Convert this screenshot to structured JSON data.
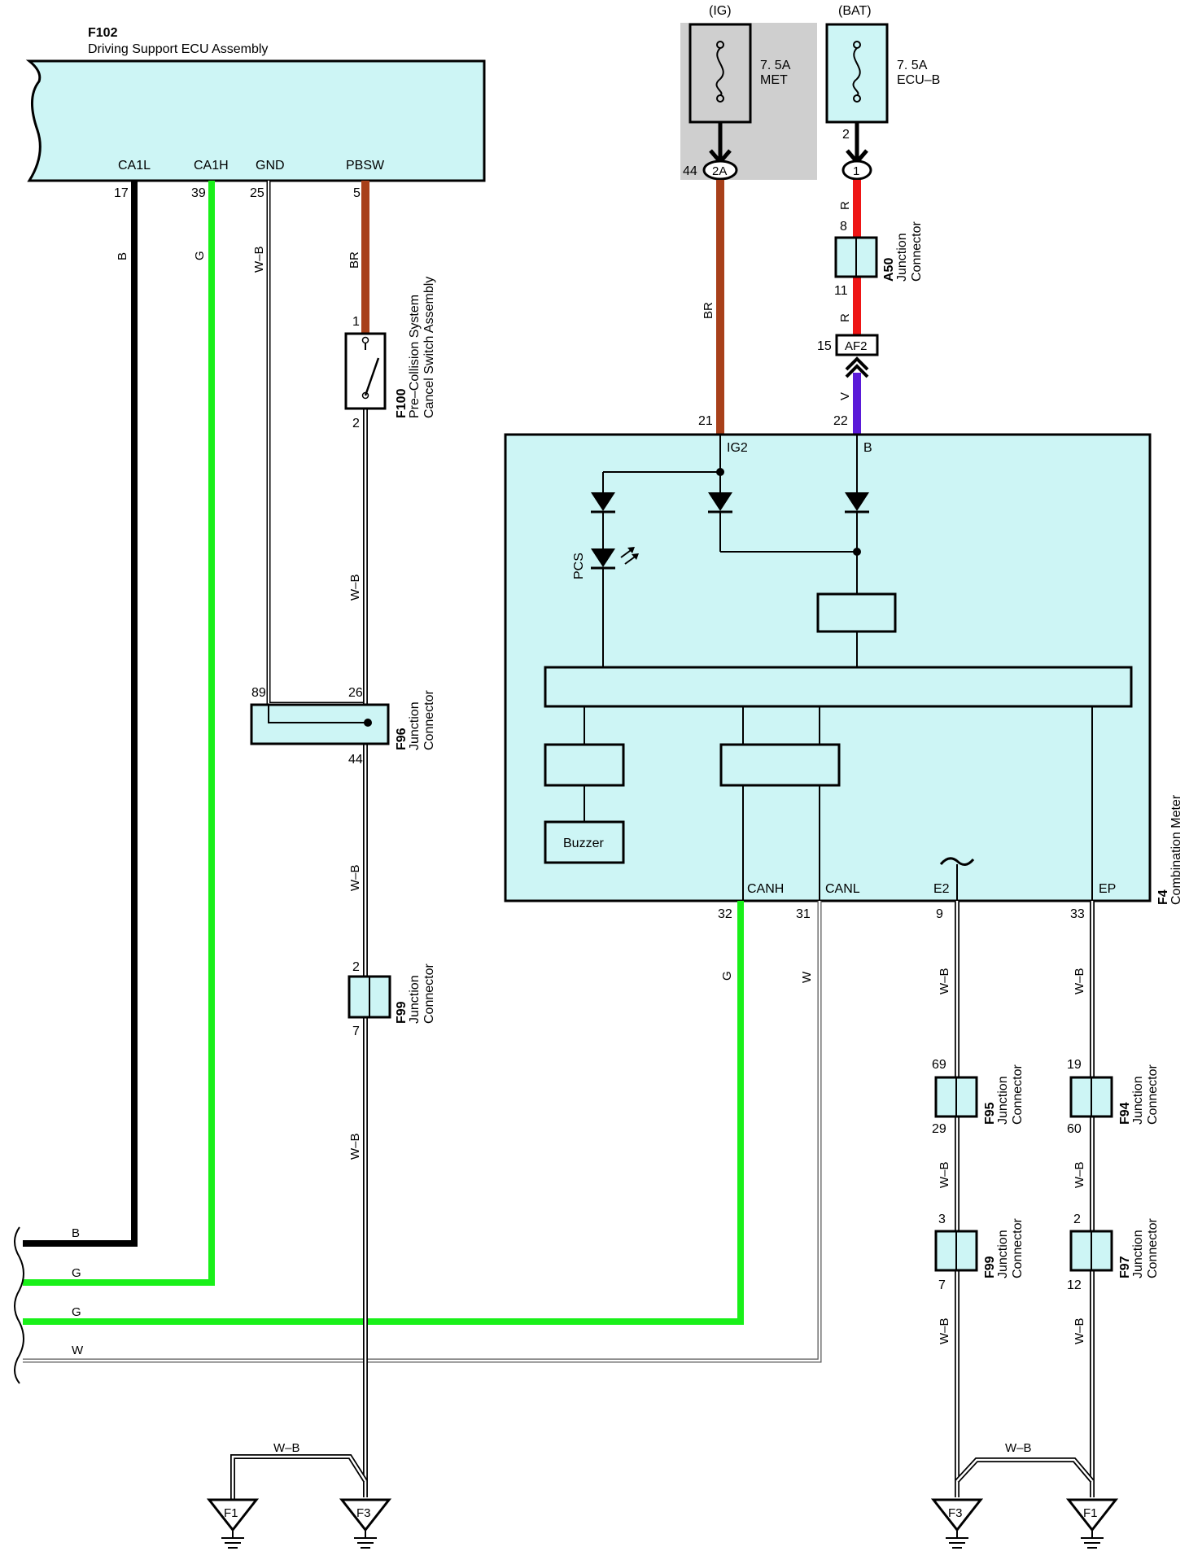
{
  "ecu": {
    "code": "F102",
    "name": "Driving Support ECU Assembly"
  },
  "ecu_pins": [
    {
      "name": "CA1L",
      "num": "17"
    },
    {
      "name": "CA1H",
      "num": "39"
    },
    {
      "name": "GND",
      "num": "25"
    },
    {
      "name": "PBSW",
      "num": "5"
    }
  ],
  "fuses": [
    {
      "supply": "(IG)",
      "rating": "7. 5A",
      "name": "MET",
      "pin": "44",
      "connector": "2A"
    },
    {
      "supply": "(BAT)",
      "rating": "7. 5A",
      "name": "ECU–B",
      "pin": "2",
      "connector": "1"
    }
  ],
  "switch": {
    "code": "F100",
    "line1": "Pre–Collision System",
    "line2": "Cancel Switch Assembly",
    "pin_top": "1",
    "pin_bottom": "2"
  },
  "junctions": [
    {
      "id": "A50",
      "code": "A50",
      "line1": "Junction",
      "line2": "Connector",
      "pin_a": "8",
      "pin_b": "11"
    },
    {
      "id": "F96",
      "code": "F96",
      "line1": "Junction",
      "line2": "Connector",
      "pin_a": "89",
      "pin_b": "26",
      "pin_c": "44"
    },
    {
      "id": "F99a",
      "code": "F99",
      "line1": "Junction",
      "line2": "Connector",
      "pin_a": "2",
      "pin_b": "7"
    },
    {
      "id": "F95",
      "code": "F95",
      "line1": "Junction",
      "line2": "Connector",
      "pin_a": "69",
      "pin_b": "29"
    },
    {
      "id": "F94",
      "code": "F94",
      "line1": "Junction",
      "line2": "Connector",
      "pin_a": "19",
      "pin_b": "60"
    },
    {
      "id": "F99b",
      "code": "F99",
      "line1": "Junction",
      "line2": "Connector",
      "pin_a": "3",
      "pin_b": "7"
    },
    {
      "id": "F97",
      "code": "F97",
      "line1": "Junction",
      "line2": "Connector",
      "pin_a": "2",
      "pin_b": "12"
    }
  ],
  "af2": {
    "label": "AF2",
    "pin": "15"
  },
  "meter": {
    "code": "F4",
    "name": "Combination Meter",
    "pin_ig2": "21",
    "label_ig2": "IG2",
    "pin_b": "22",
    "label_b": "B",
    "pcs_label": "PCS",
    "buzzer_label": "Buzzer",
    "pins_bottom": [
      {
        "name": "CANH",
        "num": "32"
      },
      {
        "name": "CANL",
        "num": "31"
      },
      {
        "name": "E2",
        "num": "9"
      },
      {
        "name": "EP",
        "num": "33"
      }
    ]
  },
  "wire_colors": {
    "ca1l": "B",
    "ca1h": "G",
    "gnd": "W–B",
    "pbsw": "BR",
    "met": "BR",
    "ecub1": "R",
    "ecub2": "R",
    "af2": "V",
    "canh": "G",
    "canl": "W",
    "wb": "W–B",
    "bus_b": "B",
    "bus_g1": "G",
    "bus_g2": "G",
    "bus_w": "W"
  },
  "grounds": [
    {
      "id": "g1",
      "label": "F1"
    },
    {
      "id": "g2",
      "label": "F3"
    },
    {
      "id": "g3",
      "label": "F3"
    },
    {
      "id": "g4",
      "label": "F1"
    }
  ],
  "colors": {
    "black": "#000000",
    "green": "#19f019",
    "brown": "#a8401a",
    "red": "#ee1515",
    "violet": "#5a1ad8",
    "fill": "#cdf5f5",
    "fusebg": "#cfcfcf"
  }
}
